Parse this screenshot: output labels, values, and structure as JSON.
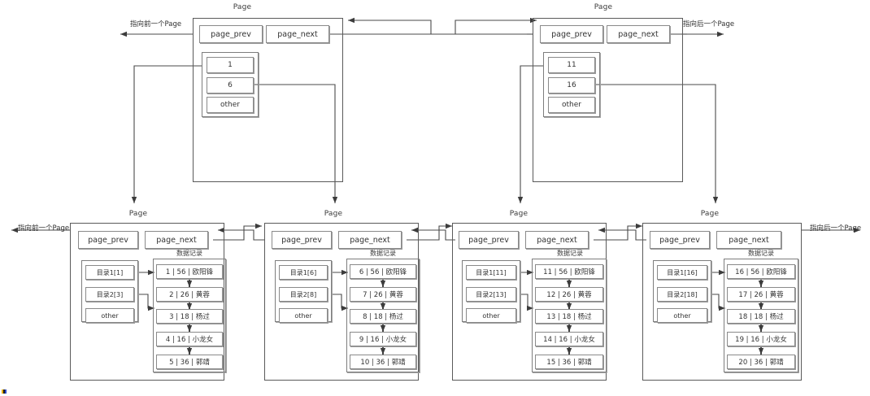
{
  "labels": {
    "page_caption": "Page",
    "page_prev": "page_prev",
    "page_next": "page_next",
    "other": "other",
    "records_caption": "数据记录",
    "prev_arrow_label": "指向前一个Page",
    "next_arrow_label": "指向后一个Page"
  },
  "internal_nodes": [
    {
      "id": "internal-left",
      "caption": "Page",
      "page_prev": "page_prev",
      "page_next": "page_next",
      "keys": [
        "1",
        "6",
        "other"
      ]
    },
    {
      "id": "internal-right",
      "caption": "Page",
      "page_prev": "page_prev",
      "page_next": "page_next",
      "keys": [
        "11",
        "16",
        "other"
      ]
    }
  ],
  "leaf_nodes": [
    {
      "id": "leaf-1",
      "caption": "Page",
      "page_prev": "page_prev",
      "page_next": "page_next",
      "records_caption": "数据记录",
      "directory": [
        "目录1[1]",
        "目录2[3]",
        "other"
      ],
      "records": [
        "1 | 56 | 欧阳锋",
        "2 | 26 | 黄蓉",
        "3 | 18 | 杨过",
        "4 | 16 | 小龙女",
        "5 | 36 | 郭靖"
      ]
    },
    {
      "id": "leaf-2",
      "caption": "Page",
      "page_prev": "page_prev",
      "page_next": "page_next",
      "records_caption": "数据记录",
      "directory": [
        "目录1[6]",
        "目录2[8]",
        "other"
      ],
      "records": [
        "6 | 56 | 欧阳锋",
        "7 | 26 | 黄蓉",
        "8 | 18 | 杨过",
        "9 | 16 | 小龙女",
        "10 | 36 | 郭靖"
      ]
    },
    {
      "id": "leaf-3",
      "caption": "Page",
      "page_prev": "page_prev",
      "page_next": "page_next",
      "records_caption": "数据记录",
      "directory": [
        "目录1[11]",
        "目录2[13]",
        "other"
      ],
      "records": [
        "11 | 56 | 欧阳锋",
        "12 | 26 | 黄蓉",
        "13 | 18 | 杨过",
        "14 | 16 | 小龙女",
        "15 | 36 | 郭靖"
      ]
    },
    {
      "id": "leaf-4",
      "caption": "Page",
      "page_prev": "page_prev",
      "page_next": "page_next",
      "records_caption": "数据记录",
      "directory": [
        "目录1[16]",
        "目录2[18]",
        "other"
      ],
      "records": [
        "16 | 56 | 欧阳锋",
        "17 | 26 | 黄蓉",
        "18 | 18 | 杨过",
        "19 | 16 | 小龙女",
        "20 | 36 | 郭靖"
      ]
    }
  ],
  "annotations": {
    "top_left_prev": "指向前一个Page",
    "top_right_next": "指向后一个Page",
    "leaf_left_prev": "指向前一个Page",
    "leaf_right_next": "指向后一个Page"
  },
  "colors": {
    "stroke": "#5a5a5a",
    "cell_stroke": "#8a8a8a",
    "shadow": "#9b9b9b",
    "text": "#2b2b2b",
    "background": "#ffffff"
  }
}
